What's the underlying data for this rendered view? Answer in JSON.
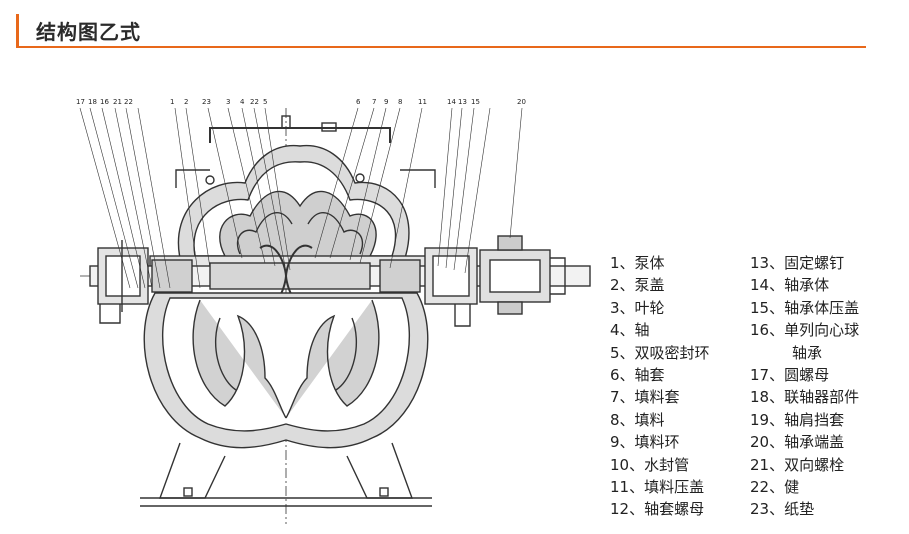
{
  "header": {
    "title": "结构图乙式",
    "accent_color": "#e8681a"
  },
  "drawing": {
    "description_icon": "split-case-pump-cross-section",
    "callouts_top": [
      "17",
      "18",
      "16",
      "21",
      "22",
      "1",
      "2",
      "23",
      "3",
      "4",
      "22",
      "5",
      "6",
      "7",
      "9",
      "8",
      "11",
      "14",
      "13",
      "15",
      "20"
    ]
  },
  "legend": {
    "left": [
      "1、泵体",
      "2、泵盖",
      "3、叶轮",
      "4、轴",
      "5、双吸密封环",
      "6、轴套",
      "7、填料套",
      "8、填料",
      "9、填料环",
      "10、水封管",
      "11、填料压盖",
      "12、轴套螺母"
    ],
    "right": [
      "13、固定螺钉",
      "14、轴承体",
      "15、轴承体压盖",
      "16、单列向心球",
      "轴承",
      "17、圆螺母",
      "18、联轴器部件",
      "19、轴肩挡套",
      "20、轴承端盖",
      "21、双向螺栓",
      "22、健",
      "23、纸垫"
    ]
  }
}
